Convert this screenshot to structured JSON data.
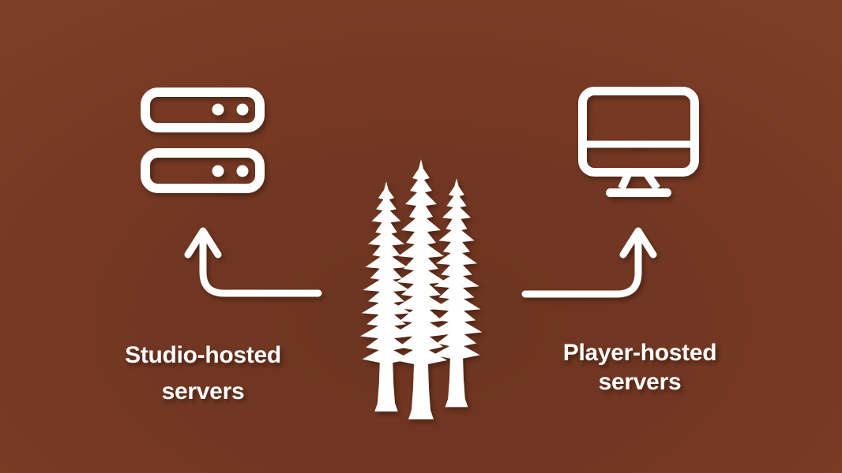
{
  "canvas": {
    "background": {
      "center_color": "#6c341f",
      "mid_color": "#7a3c25",
      "edge_color": "#8a4629"
    },
    "foreground_color": "#ffffff"
  },
  "studio": {
    "icon": "server-stack-icon",
    "label_line1": "Studio-hosted",
    "label_line2": "servers"
  },
  "player": {
    "icon": "desktop-computer-icon",
    "label_line1": "Player-hosted",
    "label_line2": "servers"
  },
  "center": {
    "icon": "pine-trees-icon"
  }
}
